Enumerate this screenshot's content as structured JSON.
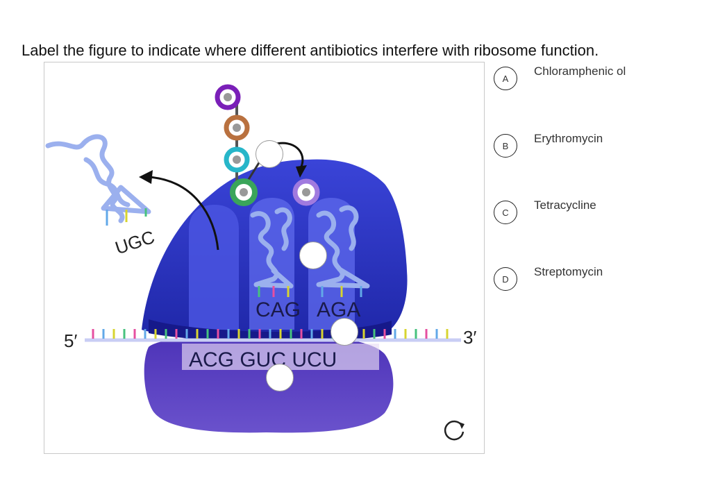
{
  "question": {
    "prompt": "Label the figure to indicate where different antibiotics interfere with ribosome function."
  },
  "figure": {
    "released_anticodon": "UGC",
    "p_site_anticodon": "CAG",
    "a_site_anticodon": "AGA",
    "mrna_codons": "ACG GUC UCU",
    "five_prime": "5′",
    "three_prime": "3′"
  },
  "options": [
    {
      "letter": "A",
      "label": "Chloramphenic ol"
    },
    {
      "letter": "B",
      "label": "Erythromycin"
    },
    {
      "letter": "C",
      "label": "Tetracycline"
    },
    {
      "letter": "D",
      "label": "Streptomycin"
    }
  ],
  "colors": {
    "large_subunit": "#2d36c9",
    "small_subunit": "#5a3fc6",
    "trna": "#9bb0ee",
    "aa_purple": "#7a1fb8",
    "aa_brown": "#b9713f",
    "aa_cyan": "#27b6c9",
    "aa_green": "#3aa55a",
    "aa_lavender": "#a07adf"
  },
  "icons": {
    "reset": "reset-icon"
  }
}
